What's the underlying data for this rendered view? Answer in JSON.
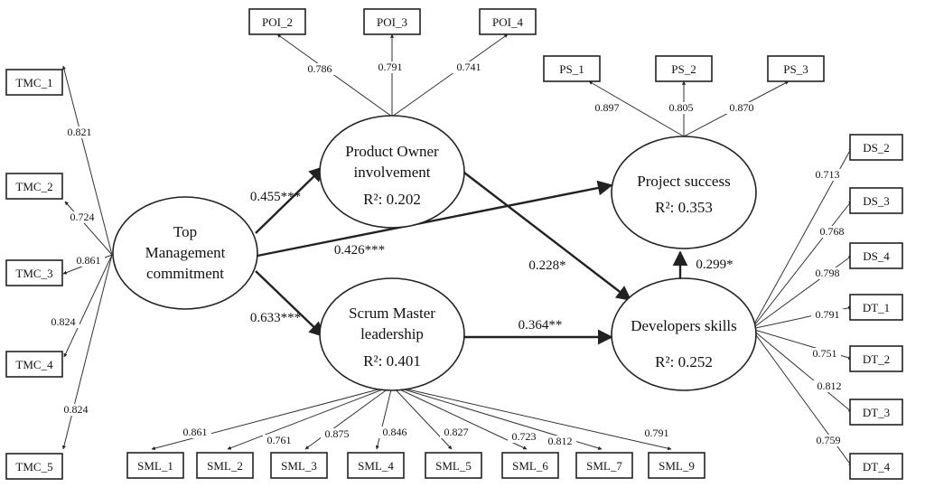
{
  "constructs": {
    "tmc": {
      "lines": [
        "Top",
        "Management",
        "commitment"
      ]
    },
    "po": {
      "lines": [
        "Product Owner",
        "involvement"
      ],
      "r2": "R²: 0.202"
    },
    "sml": {
      "lines": [
        "Scrum Master",
        "leadership"
      ],
      "r2": "R²: 0.401"
    },
    "ps": {
      "lines": [
        "Project success"
      ],
      "r2": "R²: 0.353"
    },
    "dev": {
      "lines": [
        "Developers skills"
      ],
      "r2": "R²: 0.252"
    }
  },
  "paths": [
    {
      "id": "tmc-po",
      "label": "0.455***"
    },
    {
      "id": "tmc-ps",
      "label": "0.426***"
    },
    {
      "id": "tmc-sml",
      "label": "0.633***"
    },
    {
      "id": "po-dev",
      "label": "0.228*"
    },
    {
      "id": "sml-dev",
      "label": "0.364**"
    },
    {
      "id": "dev-ps",
      "label": "0.299*"
    }
  ],
  "indicators": {
    "tmc": [
      {
        "name": "TMC_1",
        "loading": "0.821"
      },
      {
        "name": "TMC_2",
        "loading": "0.724"
      },
      {
        "name": "TMC_3",
        "loading": "0.861"
      },
      {
        "name": "TMC_4",
        "loading": "0.824"
      },
      {
        "name": "TMC_5",
        "loading": "0.824"
      }
    ],
    "po": [
      {
        "name": "POI_2",
        "loading": "0.786"
      },
      {
        "name": "POI_3",
        "loading": "0.791"
      },
      {
        "name": "POI_4",
        "loading": "0.741"
      }
    ],
    "ps": [
      {
        "name": "PS_1",
        "loading": "0.897"
      },
      {
        "name": "PS_2",
        "loading": "0.805"
      },
      {
        "name": "PS_3",
        "loading": "0.870"
      }
    ],
    "sml": [
      {
        "name": "SML_1",
        "loading": "0.861"
      },
      {
        "name": "SML_2",
        "loading": "0.761"
      },
      {
        "name": "SML_3",
        "loading": "0.875"
      },
      {
        "name": "SML_4",
        "loading": "0.846"
      },
      {
        "name": "SML_5",
        "loading": "0.827"
      },
      {
        "name": "SML_6",
        "loading": "0.723"
      },
      {
        "name": "SML_7",
        "loading": "0.812"
      },
      {
        "name": "SML_9",
        "loading": "0.791"
      }
    ],
    "dev": [
      {
        "name": "DS_2",
        "loading": "0.713"
      },
      {
        "name": "DS_3",
        "loading": "0.768"
      },
      {
        "name": "DS_4",
        "loading": "0.798"
      },
      {
        "name": "DT_1",
        "loading": "0.791"
      },
      {
        "name": "DT_2",
        "loading": "0.751"
      },
      {
        "name": "DT_3",
        "loading": "0.812"
      },
      {
        "name": "DT_4",
        "loading": "0.759"
      }
    ]
  }
}
